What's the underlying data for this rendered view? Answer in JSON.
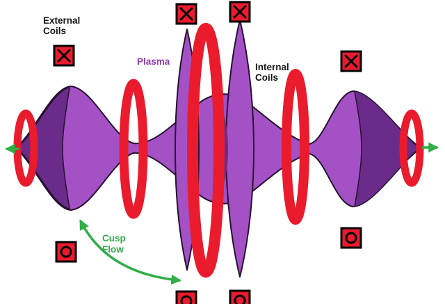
{
  "diagram": {
    "labels": {
      "external_coils": {
        "line1": "External",
        "line2": "Coils"
      },
      "plasma": "Plasma",
      "internal_coils": {
        "line1": "Internal",
        "line2": "Coils"
      },
      "cusp_flow": {
        "line1": "Cusp",
        "line2": "Flow"
      }
    },
    "icons": {
      "coil_cross_section_top": "x-in-square-icon",
      "coil_cross_section_bottom": "circle-in-square-icon",
      "flow_arrows": "green-arrow-icon"
    }
  },
  "colors": {
    "coil_red": "#EA1B2D",
    "plasma_purple": "#A351C5",
    "plasma_dark": "#6B2B8B",
    "plasma_outline": "#261131",
    "plasma_label": "#8E3BAB",
    "arrow_green": "#2FAE49",
    "label_black": "#151515"
  }
}
